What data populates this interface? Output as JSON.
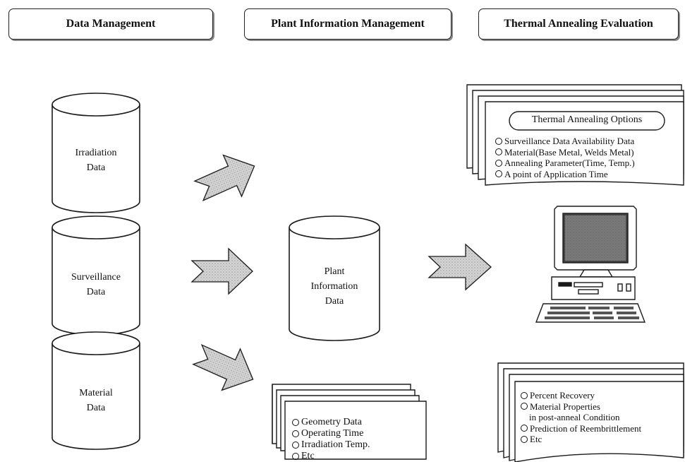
{
  "headers": {
    "data_management": "Data Management",
    "plant_information_management": "Plant Information Management",
    "thermal_annealing_evaluation": "Thermal Annealing Evaluation"
  },
  "databases": {
    "irradiation": [
      "Irradiation",
      "Data"
    ],
    "surveillance": [
      "Surveillance",
      "Data"
    ],
    "material": [
      "Material",
      "Data"
    ],
    "plant_information": [
      "Plant",
      "Information",
      "Data"
    ]
  },
  "plant_info_doc": {
    "items": [
      "Geometry Data",
      "Operating Time",
      "Irradiation Temp.",
      "Etc"
    ]
  },
  "annealing_options": {
    "title": "Thermal Annealing Options",
    "items": [
      "Surveillance Data Availability Data",
      "Material(Base Metal, Welds Metal)",
      "Annealing Parameter(Time, Temp.)",
      "A point of Application Time"
    ]
  },
  "results_doc": {
    "items": [
      "Percent Recovery",
      "Material Properties",
      "in post-anneal Condition",
      "Prediction of Reembrittlement",
      "Etc"
    ]
  },
  "colors": {
    "arrow_fill": "#c8c8c8",
    "outline": "#1a1a1a",
    "monitor_screen": "#4a4a4a"
  }
}
